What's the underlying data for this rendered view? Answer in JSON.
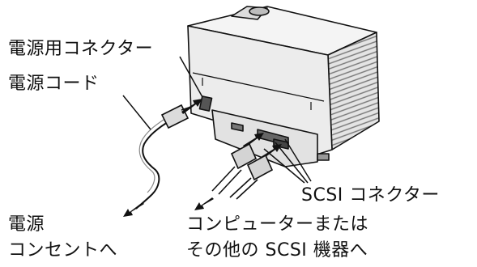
{
  "labels": {
    "power_connector": "電源用コネクター",
    "power_cord": "電源コード",
    "scsi_connector": "SCSI コネクター",
    "outlet_line1": "電源",
    "outlet_line2": "コンセントへ",
    "computer_line1": "コンピューターまたは",
    "computer_line2": "その他の SCSI 機器へ"
  },
  "colors": {
    "printer_face": "#e9e9e9",
    "printer_top": "#f3f3f3",
    "printer_dark": "#8a8a8a",
    "line": "#111111"
  },
  "icons": [
    "printer-illustration",
    "power-cord",
    "scsi-cable",
    "arrow"
  ]
}
